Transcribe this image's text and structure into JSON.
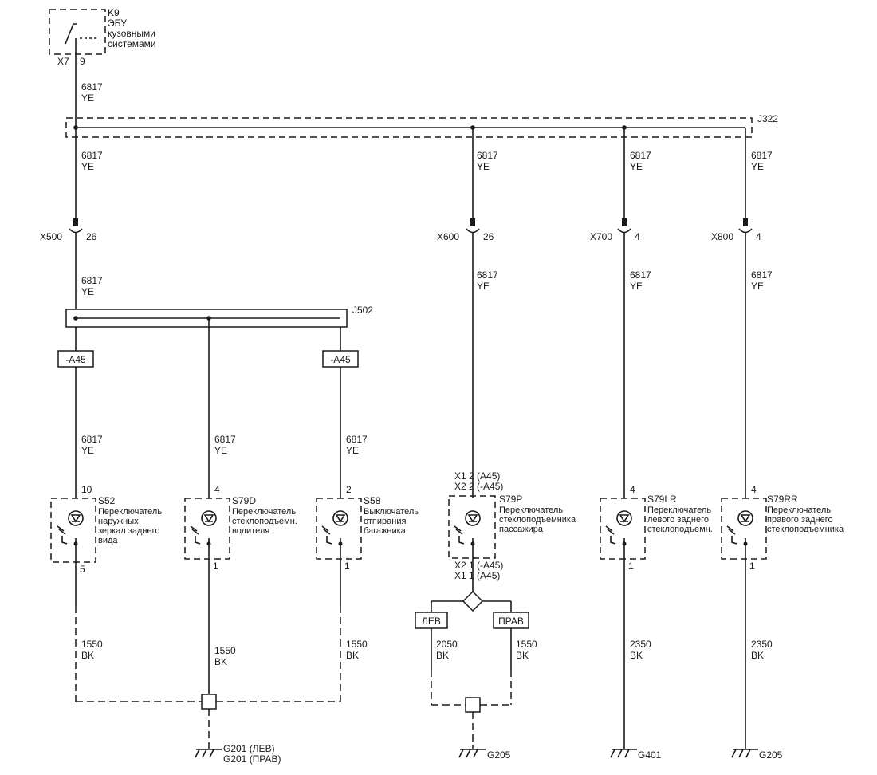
{
  "module": {
    "ref": "K9",
    "name_lines": [
      "ЭБУ",
      "кузовными",
      "системами"
    ],
    "connector": "X7",
    "pin": "9"
  },
  "wire_main": {
    "circuit": "6817",
    "color": "YE"
  },
  "wire_ground_1550": {
    "circuit": "1550",
    "color": "BK"
  },
  "wire_ground_2050": {
    "circuit": "2050",
    "color": "BK"
  },
  "wire_ground_2350": {
    "circuit": "2350",
    "color": "BK"
  },
  "splices": {
    "j322": "J322",
    "j502": "J502"
  },
  "inline_connectors": {
    "x500": {
      "name": "X500",
      "pin": "26"
    },
    "x600": {
      "name": "X600",
      "pin": "26"
    },
    "x700": {
      "name": "X700",
      "pin": "4"
    },
    "x800": {
      "name": "X800",
      "pin": "4"
    }
  },
  "options": {
    "a45_neg": "-A45",
    "left": "ЛЕВ",
    "right": "ПРАВ"
  },
  "switches": {
    "s52": {
      "ref": "S52",
      "pin_top": "10",
      "pin_bottom": "5",
      "name_lines": [
        "Переключатель",
        "наружных",
        "зеркал заднего",
        "вида"
      ]
    },
    "s79d": {
      "ref": "S79D",
      "pin_top": "4",
      "pin_bottom": "1",
      "name_lines": [
        "Переключатель",
        "стеклоподъемн.",
        "водителя"
      ]
    },
    "s58": {
      "ref": "S58",
      "pin_top": "2",
      "pin_bottom": "1",
      "name_lines": [
        "Выключатель",
        "отпирания",
        "багажника"
      ]
    },
    "s79p": {
      "ref": "S79P",
      "pins_top": [
        "X1  2 (A45)",
        "X2  2 (-A45)"
      ],
      "pins_bottom": [
        "X2  1 (-A45)",
        "X1  1 (A45)"
      ],
      "name_lines": [
        "Переключатель",
        "стеклоподъемника",
        "пассажира"
      ]
    },
    "s79lr": {
      "ref": "S79LR",
      "pin_top": "4",
      "pin_bottom": "1",
      "name_lines": [
        "Переключатель",
        "левого заднего",
        "стеклоподъемн."
      ]
    },
    "s79rr": {
      "ref": "S79RR",
      "pin_top": "4",
      "pin_bottom": "1",
      "name_lines": [
        "Переключатель",
        "правого заднего",
        "стеклоподъемника"
      ]
    }
  },
  "grounds": {
    "g201_left": "G201 (ЛЕВ)",
    "g201_right": "G201 (ПРАВ)",
    "g205_a": "G205",
    "g401": "G401",
    "g205_b": "G205"
  }
}
